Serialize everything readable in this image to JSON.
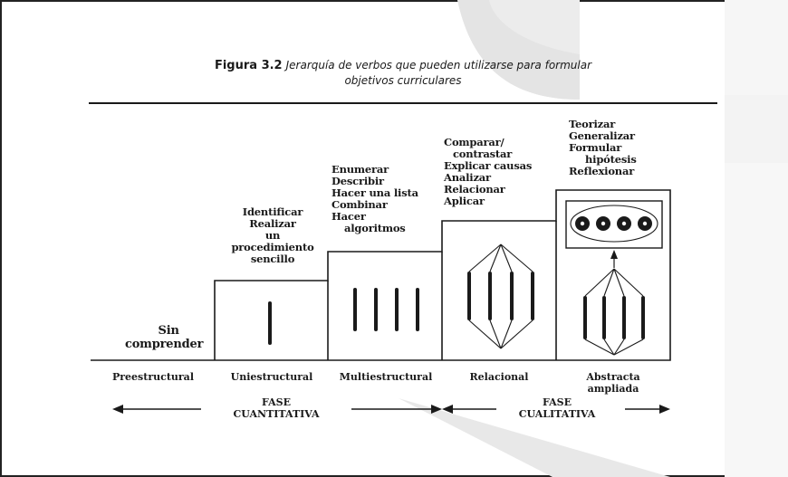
{
  "figure": {
    "label": "Figura 3.2",
    "title_line1": "Jerarquía de verbos que pueden utilizarse para formular",
    "title_line2": "objetivos curriculares"
  },
  "levels": [
    {
      "caption": "Preestructural",
      "verbs": [
        "Sin",
        "comprender"
      ]
    },
    {
      "caption": "Uniestructural",
      "verbs": [
        "Identificar",
        "Realizar",
        "un",
        "procedimiento",
        "sencillo"
      ]
    },
    {
      "caption": "Multiestructural",
      "verbs": [
        "Enumerar",
        "Describir",
        "Hacer una lista",
        "Combinar",
        "Hacer",
        "algoritmos"
      ]
    },
    {
      "caption": "Relacional",
      "verbs": [
        "Comparar/",
        "contrastar",
        "Explicar causas",
        "Analizar",
        "Relacionar",
        "Aplicar"
      ]
    },
    {
      "caption_line1": "Abstracta",
      "caption_line2": "ampliada",
      "verbs": [
        "Teorizar",
        "Generalizar",
        "Formular",
        "hipótesis",
        "Reflexionar"
      ]
    }
  ],
  "phases": {
    "quantitative": {
      "line1": "FASE",
      "line2": "CUANTITATIVA"
    },
    "qualitative": {
      "line1": "FASE",
      "line2": "CUALITATIVA"
    }
  },
  "colors": {
    "ink": "#1a1a1a",
    "watermark": "#e9e9e9",
    "background": "#ffffff"
  }
}
